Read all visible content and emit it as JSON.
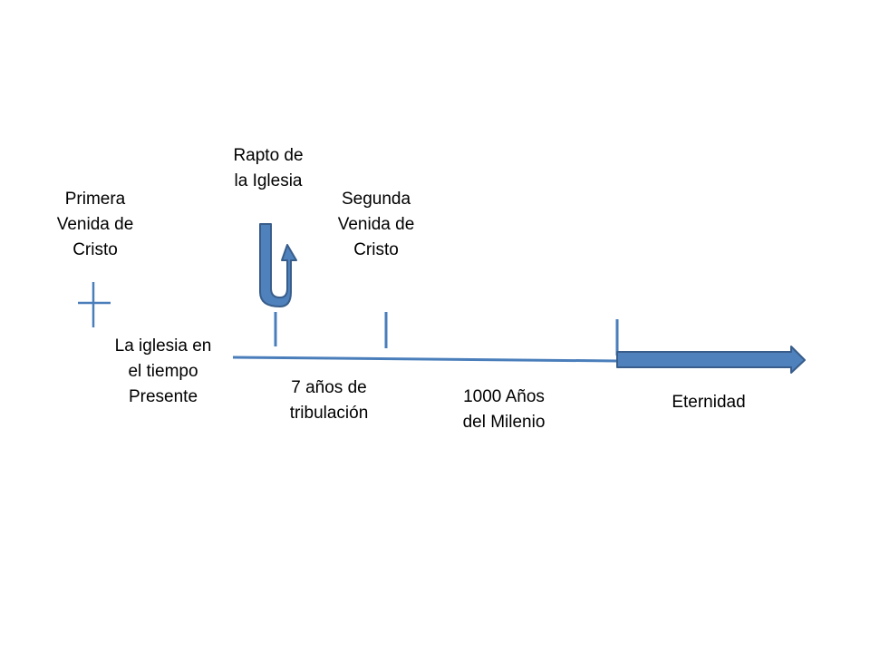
{
  "colors": {
    "line": "#4a7ebb",
    "arrow_fill": "#4f81bd",
    "arrow_stroke": "#385d8a",
    "text": "#000000"
  },
  "icons": {
    "first_coming": "cross-icon",
    "rapture": "u-turn-arrow-icon",
    "eternity": "right-arrow-icon"
  },
  "labels": {
    "primera_venida": [
      "Primera",
      "Venida de",
      "Cristo"
    ],
    "rapto": [
      "Rapto de",
      "la Iglesia"
    ],
    "segunda_venida": [
      "Segunda",
      "Venida de",
      "Cristo"
    ],
    "iglesia_presente": [
      "La iglesia en",
      "el tiempo",
      "Presente"
    ],
    "tribulacion": [
      "7 años de",
      "tribulación"
    ],
    "milenio": [
      "1000 Años",
      "del Milenio"
    ],
    "eternidad": [
      "Eternidad"
    ]
  }
}
